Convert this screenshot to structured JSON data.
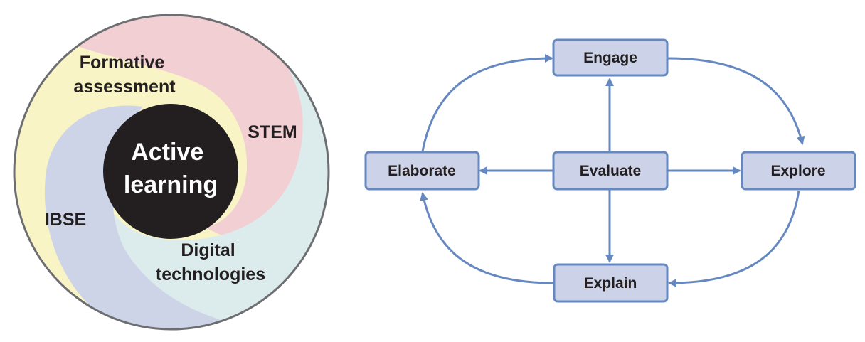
{
  "left_diagram": {
    "center": [
      "Active",
      "learning"
    ],
    "segments": {
      "formative": [
        "Formative",
        "assessment"
      ],
      "stem": [
        "STEM"
      ],
      "ibse": [
        "IBSE"
      ],
      "digital": [
        "Digital",
        "technologies"
      ]
    }
  },
  "cycle": {
    "engage": "Engage",
    "explore": "Explore",
    "explain": "Explain",
    "elaborate": "Elaborate",
    "evaluate": "Evaluate"
  },
  "colors": {
    "formative": "#f8f4c6",
    "stem": "#f2cfd3",
    "ibse": "#cdd4e8",
    "digital": "#dcebeb",
    "ring": "#6d6e71",
    "center": "#231f20",
    "box_fill": "#ccd3e8",
    "box_stroke": "#6688c0",
    "arrow": "#6688c0"
  }
}
